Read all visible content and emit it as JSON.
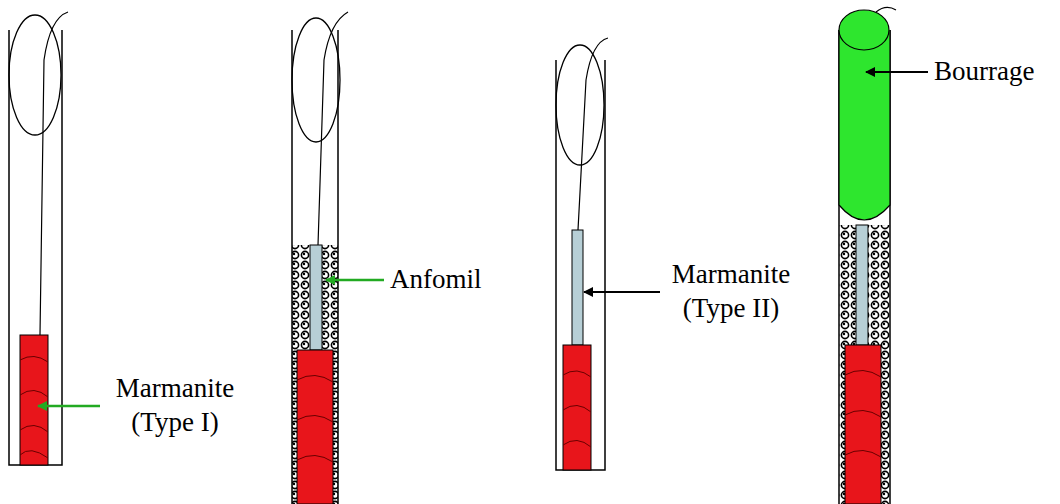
{
  "diagram": {
    "labels": [
      "Marmanite (Type I)",
      "Anfomil",
      "Marmanite (Type II)",
      "Bourrage"
    ]
  }
}
